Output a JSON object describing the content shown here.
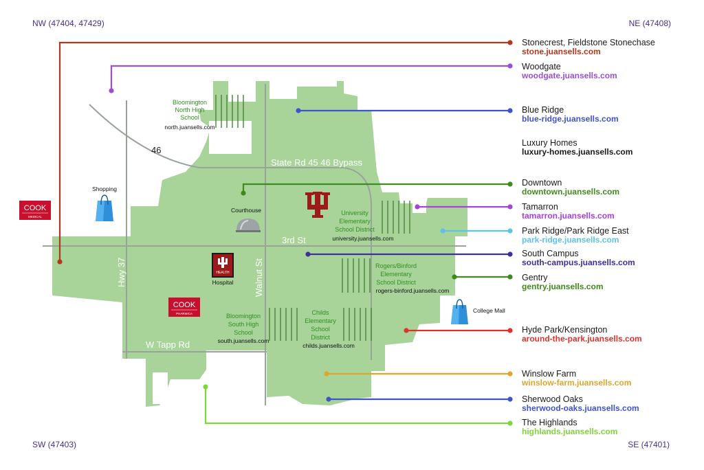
{
  "corners": {
    "nw": "NW (47404, 47429)",
    "ne": "NE (47408)",
    "sw": "SW (47403)",
    "se": "SE (47401)"
  },
  "colors": {
    "map_fill": "#a8d49a",
    "road": "#9aa39a",
    "school_text": "#2f8f1e",
    "corner_text": "#4a2d8c",
    "iu_crimson": "#9c1a1a",
    "cook_red": "#c8102e"
  },
  "neighborhoods": [
    {
      "id": "stone",
      "name": "Stonecrest, Fieldstone Stonechase",
      "url": "stone.juansells.com",
      "color": "#b7351d"
    },
    {
      "id": "woodgate",
      "name": "Woodgate",
      "url": "woodgate.juansells.com",
      "color": "#9b4fd6"
    },
    {
      "id": "blue-ridge",
      "name": "Blue Ridge",
      "url": "blue-ridge.juansells.com",
      "color": "#3f54c9"
    },
    {
      "id": "luxury",
      "name": "Luxury Homes",
      "url": "luxury-homes.juansells.com",
      "color": "#1a1a1a"
    },
    {
      "id": "downtown",
      "name": "Downtown",
      "url": "downtown.juansells.com",
      "color": "#3f8a1c"
    },
    {
      "id": "tamarron",
      "name": "Tamarron",
      "url": "tamarron.juansells.com",
      "color": "#a642d6"
    },
    {
      "id": "park-ridge",
      "name": "Park Ridge/Park Ridge East",
      "url": "park-ridge.juansells.com",
      "color": "#5bc3ea"
    },
    {
      "id": "south-campus",
      "name": "South Campus",
      "url": "south-campus.juansells.com",
      "color": "#3d2f9c"
    },
    {
      "id": "gentry",
      "name": "Gentry",
      "url": "gentry.juansells.com",
      "color": "#3f8a1c"
    },
    {
      "id": "hyde-park",
      "name": "Hyde Park/Kensington",
      "url": "around-the-park.juansells.com",
      "color": "#e0322a"
    },
    {
      "id": "winslow",
      "name": "Winslow Farm",
      "url": "winslow-farm.juansells.com",
      "color": "#e0a628"
    },
    {
      "id": "sherwood",
      "name": "Sherwood Oaks",
      "url": "sherwood-oaks.juansells.com",
      "color": "#3f54c9"
    },
    {
      "id": "highlands",
      "name": "The Highlands",
      "url": "highlands.juansells.com",
      "color": "#7fd63a"
    }
  ],
  "roads": {
    "bypass": "State Rd 45 46 Bypass",
    "route46": "46",
    "third": "3rd St",
    "hwy37": "Hwy 37",
    "walnut": "Walnut St",
    "tapp": "W Tapp Rd"
  },
  "schools": {
    "north": {
      "lines": [
        "Bloomington",
        "North High",
        "School"
      ],
      "url": "north.juansells.com"
    },
    "university": {
      "lines": [
        "University",
        "Elementary",
        "School District"
      ],
      "url": "university.juansells.com"
    },
    "rogers": {
      "lines": [
        "Rogers/Binford",
        "Elementary",
        "School District"
      ],
      "url": "rogers-binford.juansells.com"
    },
    "south": {
      "lines": [
        "Bloomington",
        "South High",
        "School"
      ],
      "url": "south.juansells.com"
    },
    "childs": {
      "lines": [
        "Childs",
        "Elementary",
        "School",
        "District"
      ],
      "url": "childs.juansells.com"
    }
  },
  "pois": {
    "shopping": "Shopping",
    "courthouse": "Courthouse",
    "hospital": "Hospital",
    "college_mall": "College Mall",
    "health": "HEALTH"
  },
  "logos": {
    "cook_word": "COOK",
    "cook_medical": "MEDICAL",
    "cook_pharmica": "PHARMICA"
  }
}
